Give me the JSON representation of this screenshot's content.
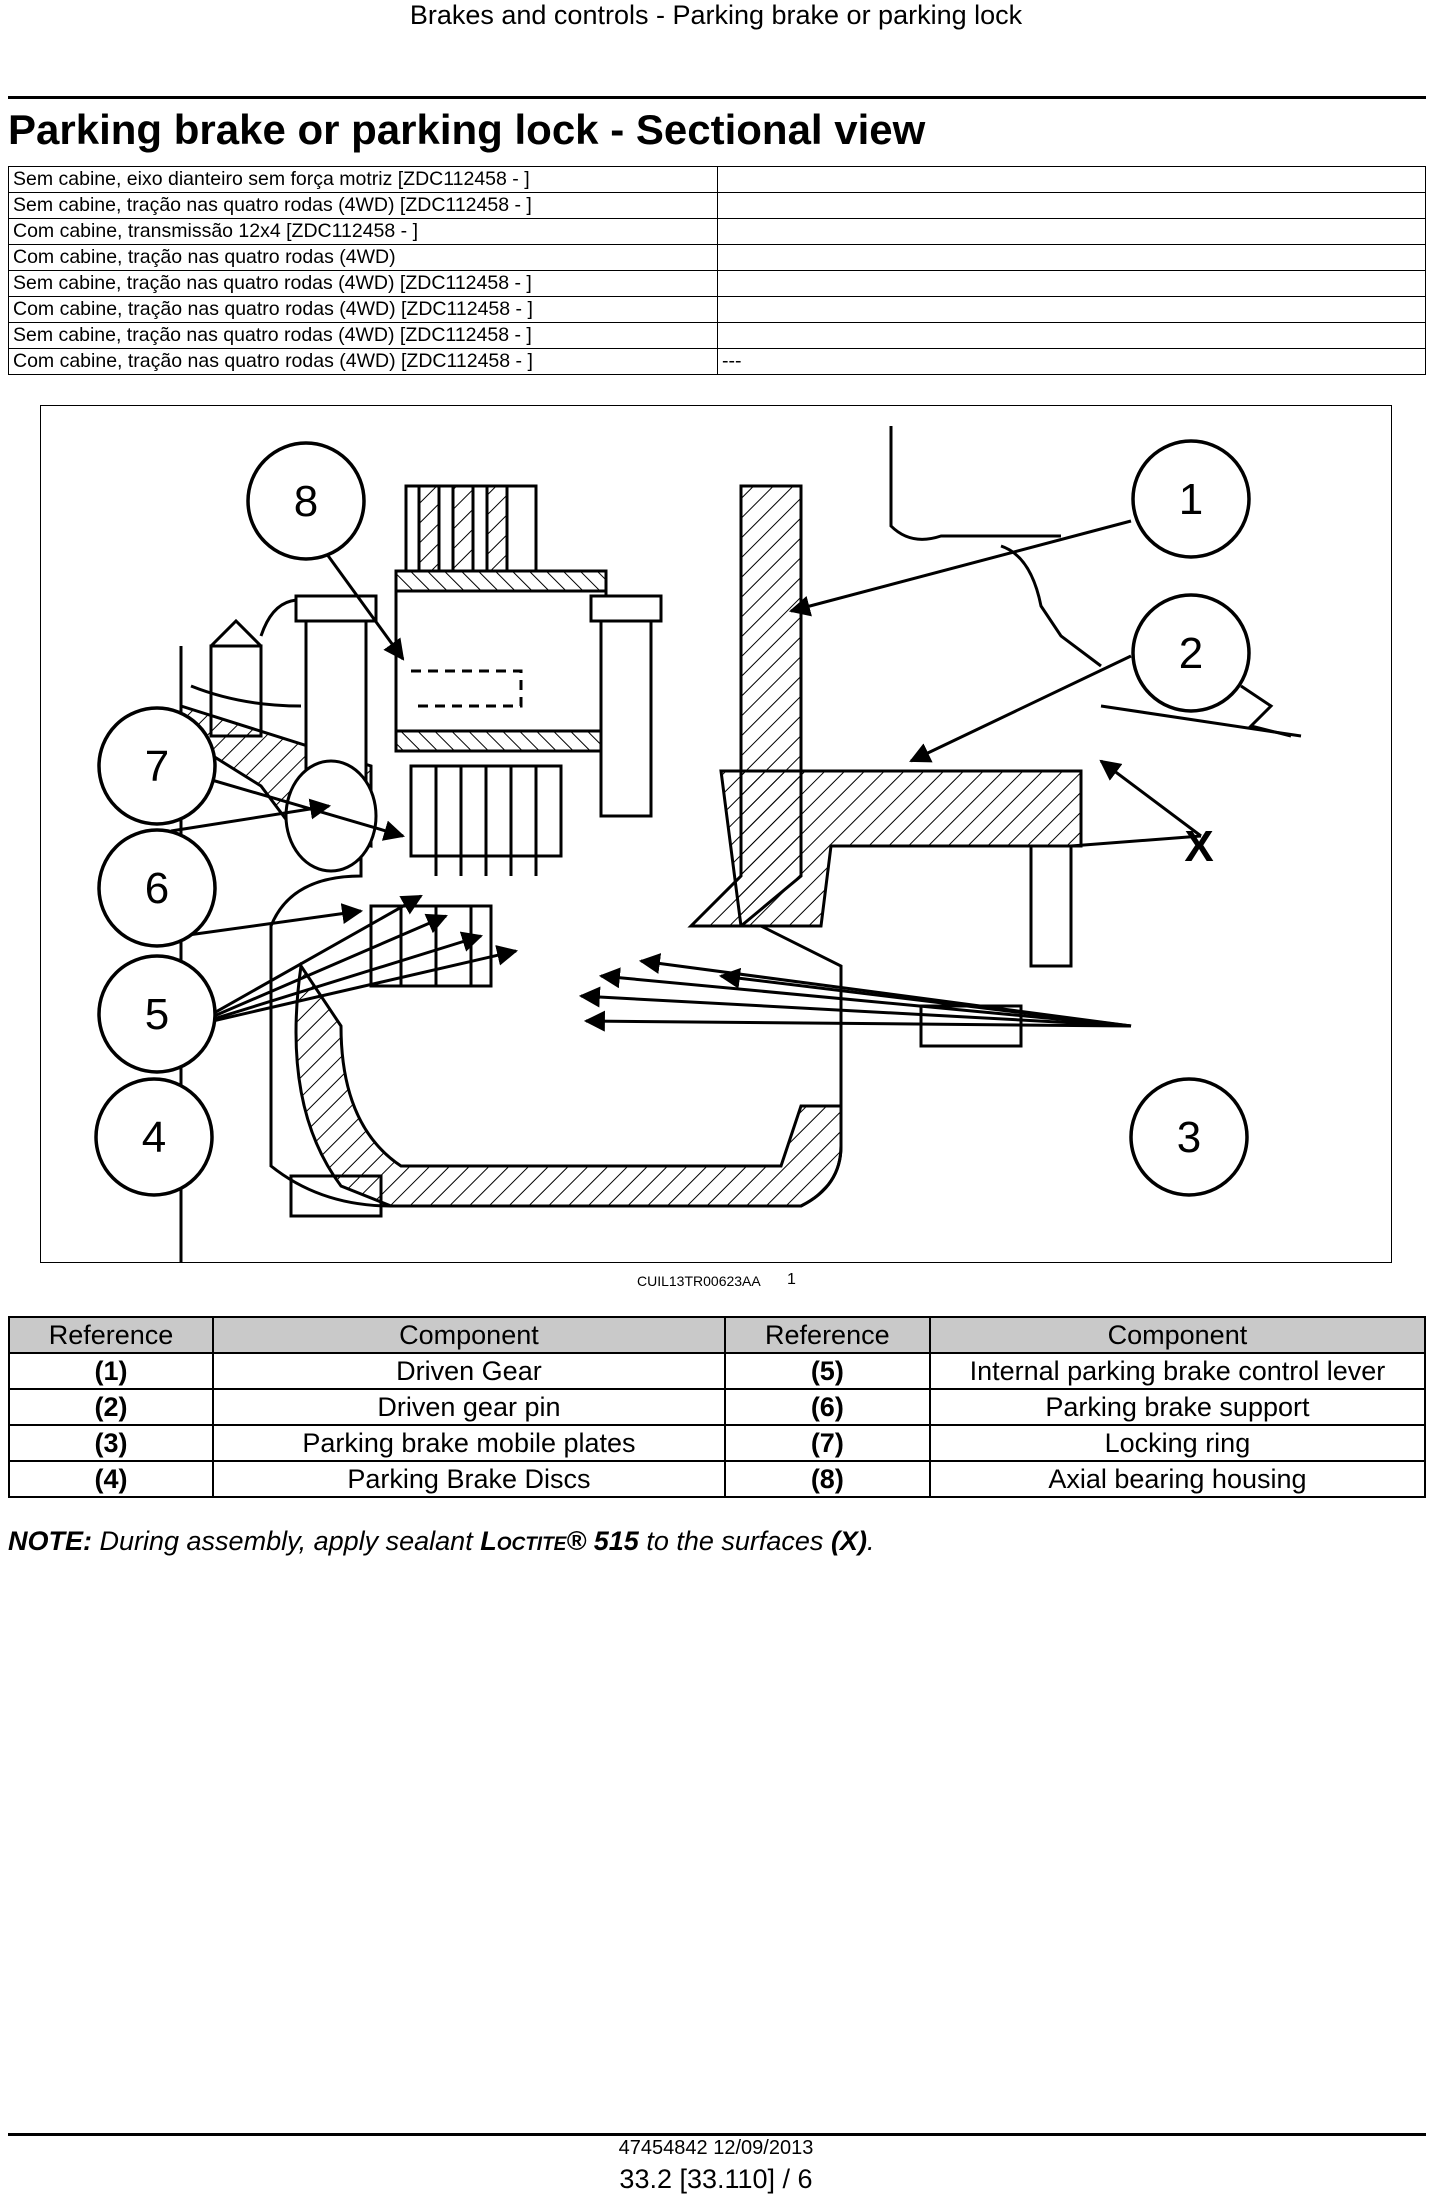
{
  "header": {
    "running_title": "Brakes and controls - Parking brake or parking lock"
  },
  "title": "Parking brake or parking lock - Sectional view",
  "applicability": [
    {
      "model": "Sem cabine, eixo dianteiro sem força motriz [ZDC112458 - ]",
      "value": ""
    },
    {
      "model": "Sem cabine, tração nas quatro rodas (4WD) [ZDC112458 - ]",
      "value": ""
    },
    {
      "model": "Com cabine, transmissão 12x4 [ZDC112458 - ]",
      "value": ""
    },
    {
      "model": "Com cabine, tração nas quatro rodas (4WD)",
      "value": ""
    },
    {
      "model": "Sem cabine, tração nas quatro rodas (4WD) [ZDC112458 - ]",
      "value": ""
    },
    {
      "model": "Com cabine, tração nas quatro rodas (4WD) [ZDC112458 - ]",
      "value": ""
    },
    {
      "model": "Sem cabine, tração nas quatro rodas (4WD) [ZDC112458 - ]",
      "value": ""
    },
    {
      "model": "Com cabine, tração nas quatro rodas (4WD) [ZDC112458 - ]",
      "value": "---"
    }
  ],
  "figure": {
    "callouts": [
      "1",
      "2",
      "3",
      "4",
      "5",
      "6",
      "7",
      "8"
    ],
    "surface_label": "X",
    "code": "CUIL13TR00623AA",
    "number": "1"
  },
  "ref_table": {
    "headers": [
      "Reference",
      "Component",
      "Reference",
      "Component"
    ],
    "rows": [
      {
        "ref1": "(1)",
        "comp1": "Driven Gear",
        "ref2": "(5)",
        "comp2": "Internal parking brake control lever"
      },
      {
        "ref1": "(2)",
        "comp1": "Driven gear pin",
        "ref2": "(6)",
        "comp2": "Parking brake support"
      },
      {
        "ref1": "(3)",
        "comp1": "Parking brake mobile plates",
        "ref2": "(7)",
        "comp2": "Locking ring"
      },
      {
        "ref1": "(4)",
        "comp1": "Parking Brake Discs",
        "ref2": "(8)",
        "comp2": "Axial bearing housing"
      }
    ]
  },
  "note": {
    "label": "NOTE:",
    "text_before": " During assembly, apply sealant ",
    "brand": "Loctite®",
    "product": " 515",
    "text_mid": " to the surfaces ",
    "ref": "(X)",
    "text_after": "."
  },
  "footer": {
    "doc": "47454842 12/09/2013",
    "page": "33.2 [33.110] / 6"
  }
}
